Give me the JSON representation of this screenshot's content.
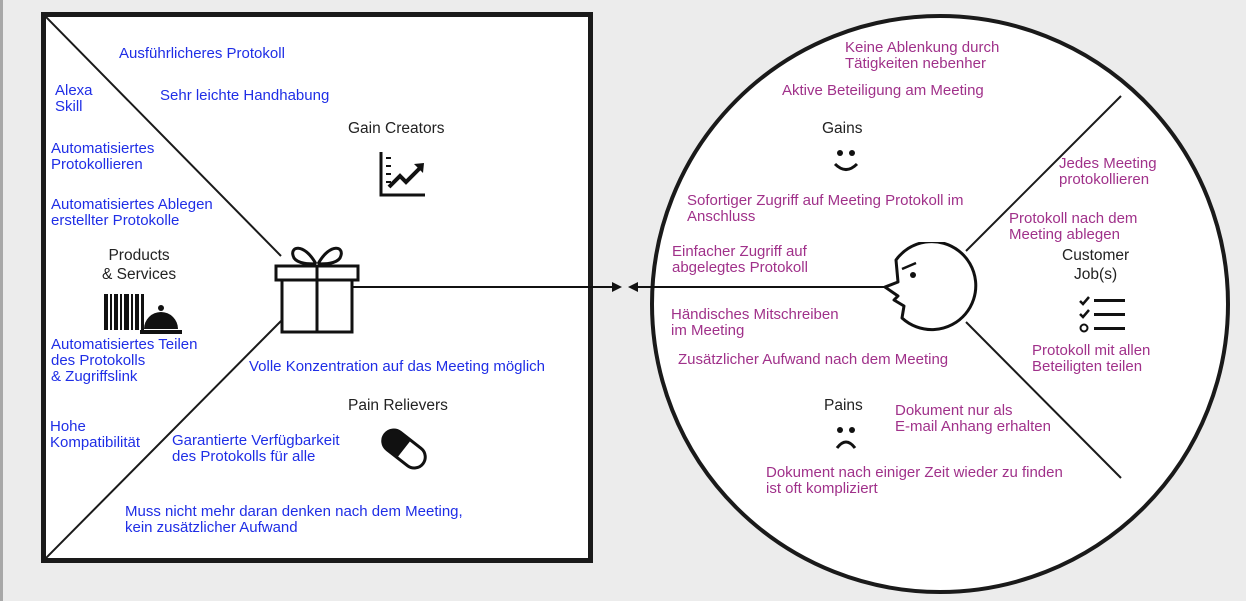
{
  "value_proposition": {
    "gain_creators_title": "Gain Creators",
    "products_title": "Products\n& Services",
    "pain_relievers_title": "Pain Relievers",
    "gain_creators": [
      "Ausführlicheres Protokoll",
      "Sehr leichte Handhabung"
    ],
    "products": [
      "Alexa\nSkill",
      "Automatisiertes\nProtokollieren",
      "Automatisiertes Ablegen\nerstellter Protokolle",
      "Automatisiertes Teilen\ndes Protokolls\n& Zugriffslink",
      "Hohe\nKompatibilität"
    ],
    "pain_relievers": [
      "Volle Konzentration auf das Meeting möglich",
      "Garantierte Verfügbarkeit\ndes Protokolls für alle",
      "Muss nicht mehr daran denken nach dem Meeting,\nkein zusätzlicher Aufwand"
    ]
  },
  "customer_profile": {
    "gains_title": "Gains",
    "pains_title": "Pains",
    "jobs_title": "Customer\nJob(s)",
    "gains": [
      "Keine Ablenkung durch\nTätigkeiten nebenher",
      "Aktive Beteiligung am Meeting",
      "Sofortiger Zugriff auf Meeting Protokoll im\nAnschluss",
      "Einfacher Zugriff auf\nabgelegtes Protokoll"
    ],
    "pains": [
      "Händisches Mitschreiben\nim Meeting",
      "Zusätzlicher Aufwand nach dem Meeting",
      "Dokument nur als\nE-mail Anhang erhalten",
      "Dokument nach einiger Zeit wieder zu finden\nist oft kompliziert"
    ],
    "jobs": [
      "Jedes Meeting\nprotokollieren",
      "Protokoll nach dem\nMeeting ablegen",
      "Protokoll mit allen\nBeteiligten teilen"
    ]
  },
  "colors": {
    "value_text": "#1f2ee6",
    "customer_text": "#a0318a",
    "lines": "#1a1a1a"
  },
  "icons": [
    "chart-up-icon",
    "gift-icon",
    "barcode-icon",
    "cloche-icon",
    "pill-icon",
    "smile-icon",
    "frown-icon",
    "checklist-icon",
    "face-profile-icon"
  ]
}
